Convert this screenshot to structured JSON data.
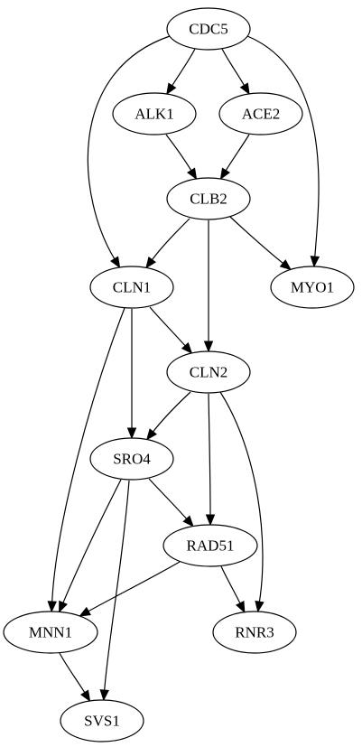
{
  "graph": {
    "nodes": [
      {
        "id": "CDC5",
        "label": "CDC5"
      },
      {
        "id": "ALK1",
        "label": "ALK1"
      },
      {
        "id": "ACE2",
        "label": "ACE2"
      },
      {
        "id": "CLB2",
        "label": "CLB2"
      },
      {
        "id": "CLN1",
        "label": "CLN1"
      },
      {
        "id": "MYO1",
        "label": "MYO1"
      },
      {
        "id": "CLN2",
        "label": "CLN2"
      },
      {
        "id": "SRO4",
        "label": "SRO4"
      },
      {
        "id": "RAD51",
        "label": "RAD51"
      },
      {
        "id": "MNN1",
        "label": "MNN1"
      },
      {
        "id": "RNR3",
        "label": "RNR3"
      },
      {
        "id": "SVS1",
        "label": "SVS1"
      }
    ],
    "edges": [
      {
        "from": "CDC5",
        "to": "ALK1"
      },
      {
        "from": "CDC5",
        "to": "ACE2"
      },
      {
        "from": "CDC5",
        "to": "CLN1"
      },
      {
        "from": "CDC5",
        "to": "MYO1"
      },
      {
        "from": "ALK1",
        "to": "CLB2"
      },
      {
        "from": "ACE2",
        "to": "CLB2"
      },
      {
        "from": "CLB2",
        "to": "CLN1"
      },
      {
        "from": "CLB2",
        "to": "CLN2"
      },
      {
        "from": "CLB2",
        "to": "MYO1"
      },
      {
        "from": "CLN1",
        "to": "CLN2"
      },
      {
        "from": "CLN1",
        "to": "SRO4"
      },
      {
        "from": "CLN1",
        "to": "MNN1"
      },
      {
        "from": "CLN2",
        "to": "SRO4"
      },
      {
        "from": "CLN2",
        "to": "RAD51"
      },
      {
        "from": "CLN2",
        "to": "RNR3"
      },
      {
        "from": "SRO4",
        "to": "RAD51"
      },
      {
        "from": "SRO4",
        "to": "MNN1"
      },
      {
        "from": "SRO4",
        "to": "SVS1"
      },
      {
        "from": "RAD51",
        "to": "MNN1"
      },
      {
        "from": "RAD51",
        "to": "RNR3"
      },
      {
        "from": "MNN1",
        "to": "SVS1"
      }
    ]
  }
}
